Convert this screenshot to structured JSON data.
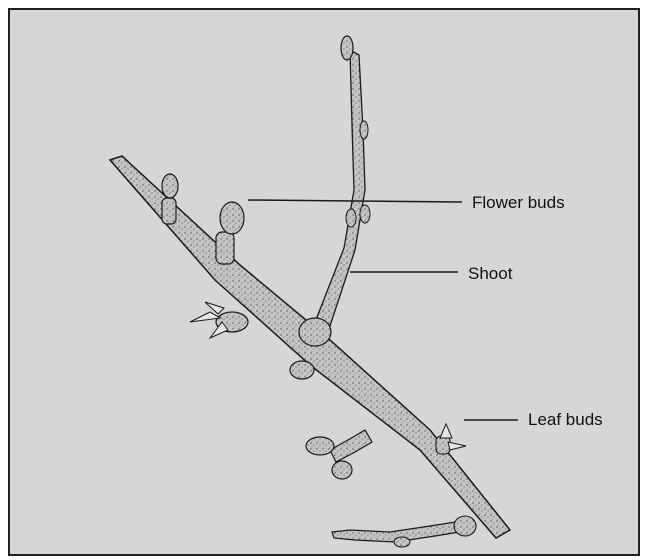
{
  "labels": {
    "flower_buds": "Flower buds",
    "shoot": "Shoot",
    "leaf_buds": "Leaf buds"
  },
  "colors": {
    "background": "#d6d6d6",
    "ink": "#1a1a1a",
    "branch_fill": "#bdbdbd"
  }
}
